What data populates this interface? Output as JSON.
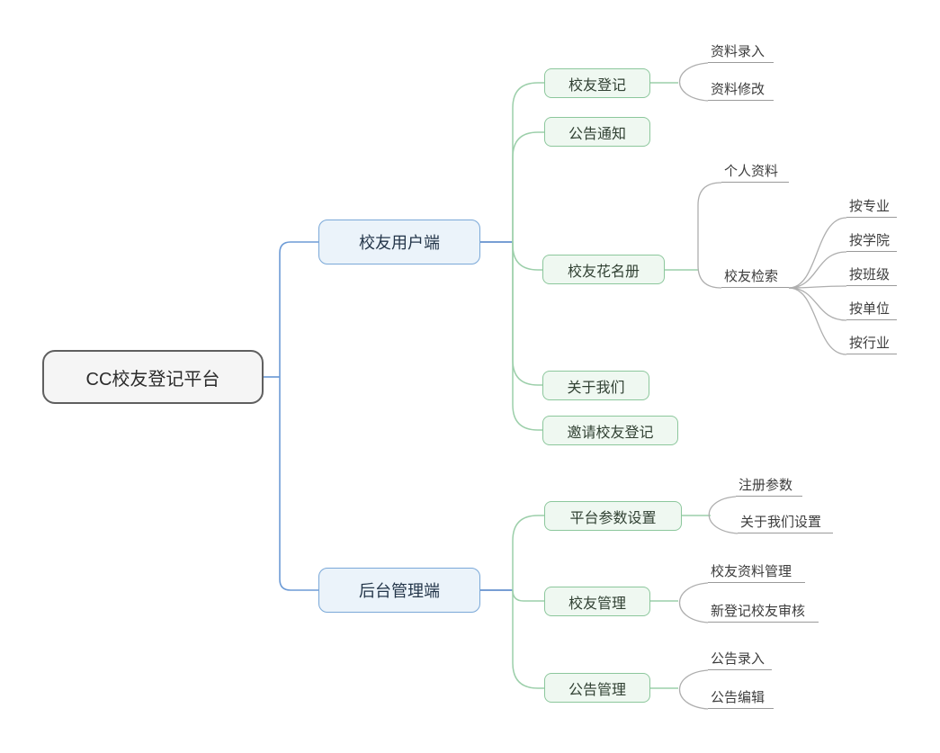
{
  "mindmap": {
    "root": {
      "label": "CC校友登记平台"
    },
    "branches": [
      {
        "label": "校友用户端",
        "children": [
          {
            "label": "校友登记",
            "children": [
              {
                "label": "资料录入"
              },
              {
                "label": "资料修改"
              }
            ]
          },
          {
            "label": "公告通知"
          },
          {
            "label": "校友花名册",
            "children": [
              {
                "label": "个人资料"
              },
              {
                "label": "校友检索",
                "children": [
                  {
                    "label": "按专业"
                  },
                  {
                    "label": "按学院"
                  },
                  {
                    "label": "按班级"
                  },
                  {
                    "label": "按单位"
                  },
                  {
                    "label": "按行业"
                  }
                ]
              }
            ]
          },
          {
            "label": "关于我们"
          },
          {
            "label": "邀请校友登记"
          }
        ]
      },
      {
        "label": "后台管理端",
        "children": [
          {
            "label": "平台参数设置",
            "children": [
              {
                "label": "注册参数"
              },
              {
                "label": "关于我们设置"
              }
            ]
          },
          {
            "label": "校友管理",
            "children": [
              {
                "label": "校友资料管理"
              },
              {
                "label": "新登记校友审核"
              }
            ]
          },
          {
            "label": "公告管理",
            "children": [
              {
                "label": "公告录入"
              },
              {
                "label": "公告编辑"
              }
            ]
          }
        ]
      }
    ]
  },
  "colors": {
    "root_border": "#5f5f5f",
    "root_fill": "#f5f5f5",
    "branch_border": "#7aa8d8",
    "branch_fill": "#ebf3fa",
    "child_border": "#8cc79c",
    "child_fill": "#eff8f1",
    "connector_blue": "#5d8fd0",
    "connector_green": "#9ccfaa",
    "connector_gray": "#aeaeae",
    "leaf_underline": "#9a9a9a",
    "text": "#3d3d3d"
  }
}
